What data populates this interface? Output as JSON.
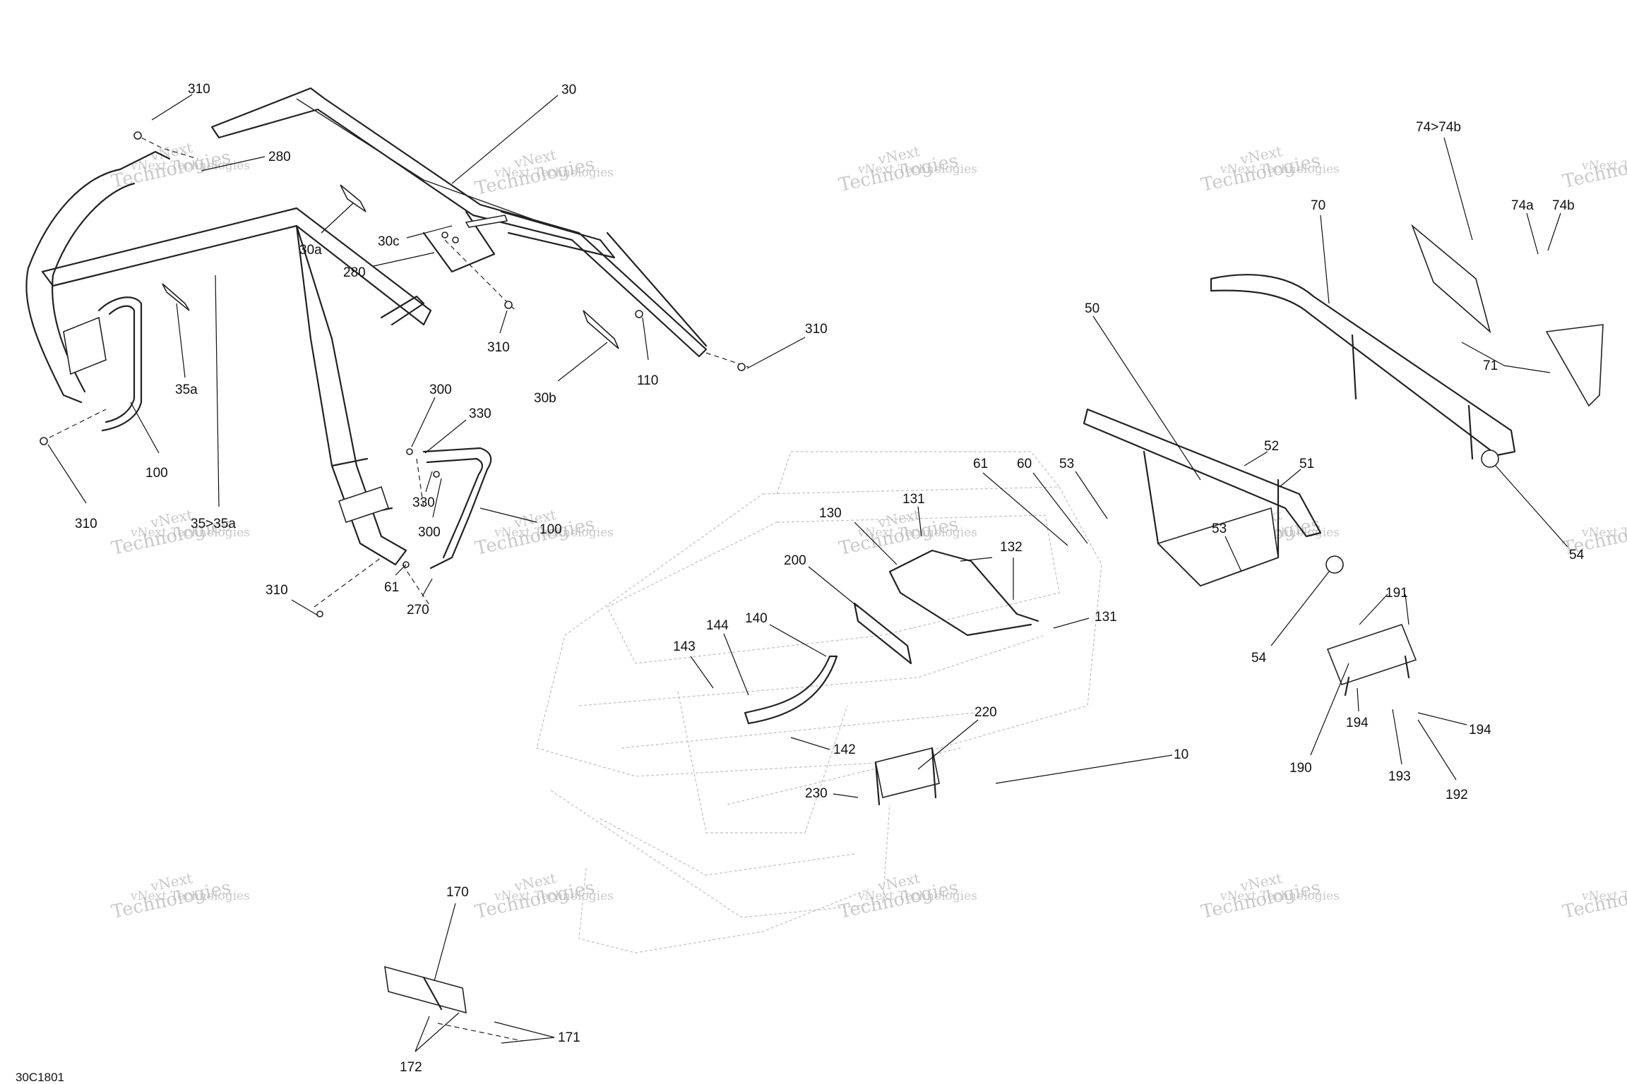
{
  "drawing_code": "30C1801",
  "watermark": {
    "line1": "vNext Technologies",
    "line2": "Technologies",
    "line3": "vNext"
  },
  "callouts": [
    "310",
    "30",
    "280",
    "30a",
    "30c",
    "280",
    "310",
    "35a",
    "100",
    "310",
    "35>35a",
    "30b",
    "110",
    "310",
    "300",
    "330",
    "330",
    "300",
    "100",
    "61",
    "270",
    "310",
    "74>74b",
    "70",
    "74a",
    "74b",
    "71",
    "50",
    "52",
    "51",
    "61",
    "60",
    "53",
    "53",
    "54",
    "54",
    "131",
    "130",
    "132",
    "131",
    "200",
    "140",
    "144",
    "143",
    "142",
    "220",
    "230",
    "10",
    "191",
    "194",
    "194",
    "190",
    "193",
    "192",
    "170",
    "171",
    "172"
  ]
}
